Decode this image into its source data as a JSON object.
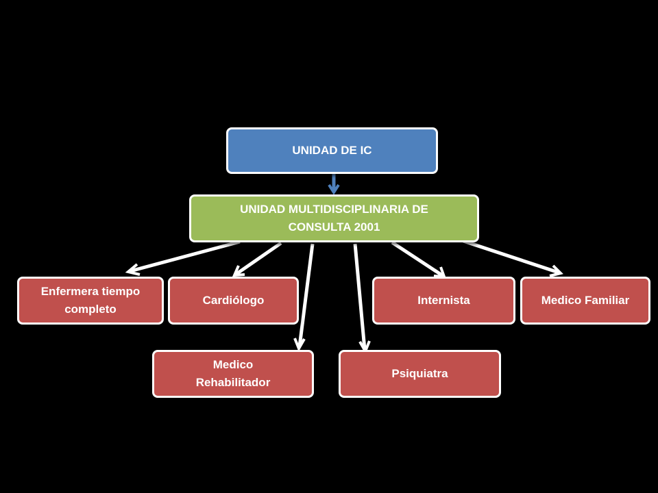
{
  "colors": {
    "background": "#000000",
    "root_fill": "#4f81bd",
    "middle_fill": "#9bbb59",
    "leaf_fill": "#c0504d",
    "border": "#ffffff",
    "root_arrow": "#4f81bd",
    "branch_arrow": "#ffffff"
  },
  "nodes": {
    "root": {
      "label": "UNIDAD DE IC"
    },
    "middle": {
      "label_line1": "UNIDAD  MULTIDISCIPLINARIA DE",
      "label_line2": "CONSULTA 2001"
    },
    "enfermera": {
      "label_line1": "Enfermera tiempo",
      "label_line2": "completo"
    },
    "cardiologo": {
      "label": "Cardiólogo"
    },
    "internista": {
      "label": "Internista"
    },
    "medico_familiar": {
      "label": "Medico Familiar"
    },
    "rehabilitador": {
      "label_line1": "Medico",
      "label_line2": "Rehabilitador"
    },
    "psiquiatra": {
      "label": "Psiquiatra"
    }
  }
}
